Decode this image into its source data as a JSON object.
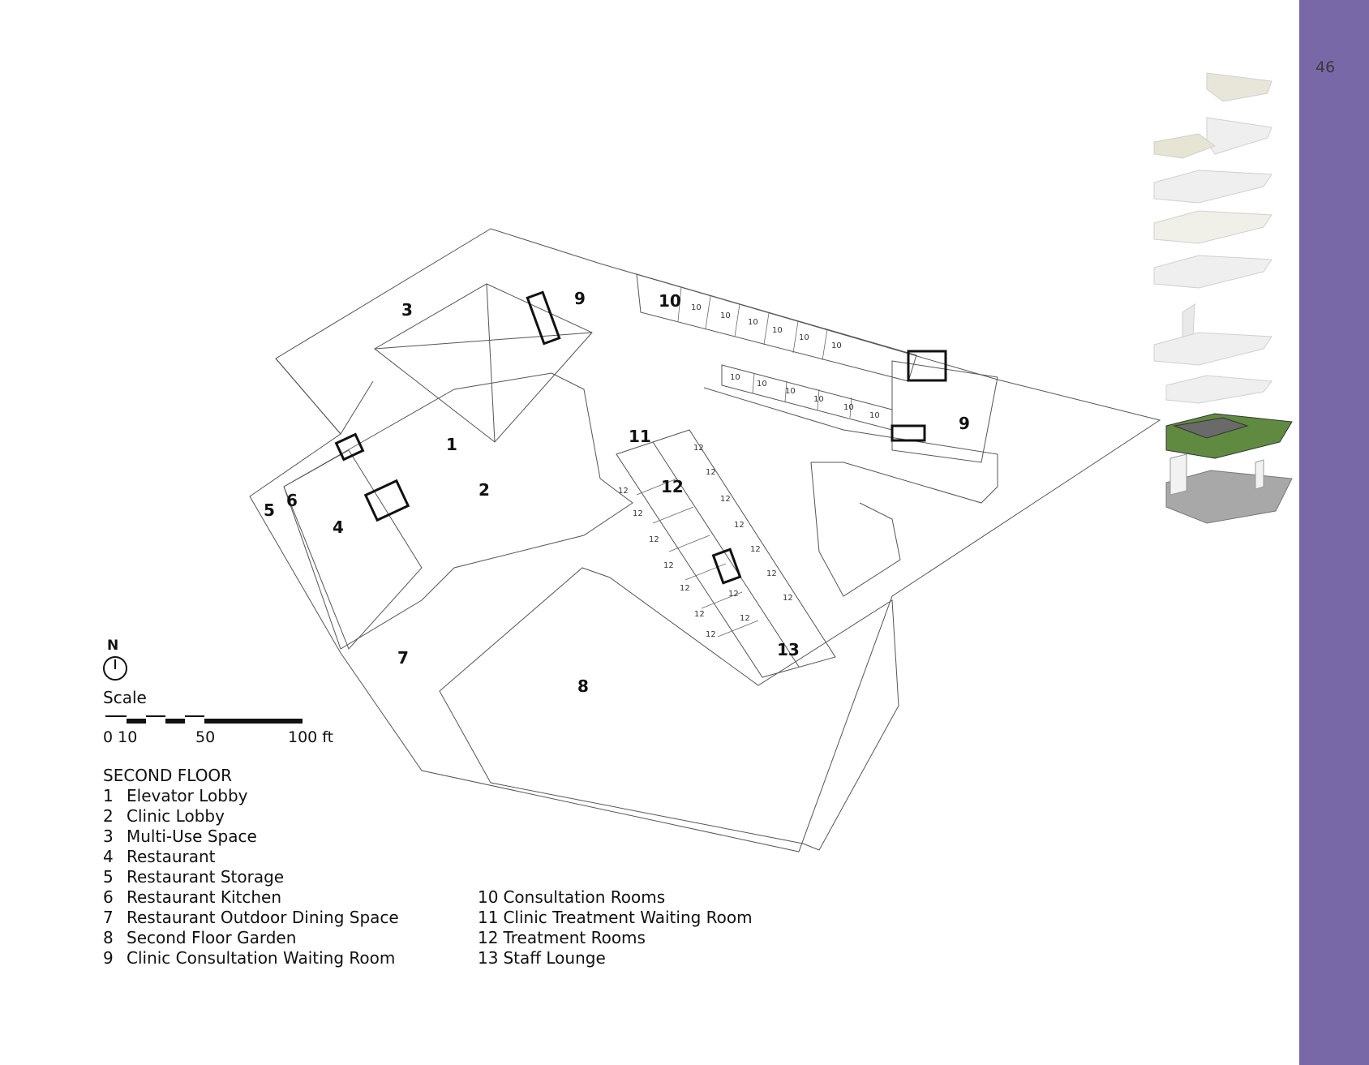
{
  "page_number": "46",
  "legend": {
    "title": "SECOND FLOOR",
    "items_left": [
      {
        "num": "1",
        "label": "Elevator Lobby"
      },
      {
        "num": "2",
        "label": "Clinic Lobby"
      },
      {
        "num": "3",
        "label": "Multi-Use Space"
      },
      {
        "num": "4",
        "label": "Restaurant"
      },
      {
        "num": "5",
        "label": "Restaurant Storage"
      },
      {
        "num": "6",
        "label": "Restaurant Kitchen"
      },
      {
        "num": "7",
        "label": "Restaurant Outdoor Dining Space"
      },
      {
        "num": "8",
        "label": "Second Floor Garden"
      },
      {
        "num": "9",
        "label": "Clinic Consultation Waiting Room"
      }
    ],
    "items_right": [
      {
        "num": "10",
        "label": "Consultation Rooms"
      },
      {
        "num": "11",
        "label": "Clinic Treatment Waiting Room"
      },
      {
        "num": "12",
        "label": "Treatment Rooms"
      },
      {
        "num": "13",
        "label": "Staff Lounge"
      }
    ]
  },
  "north_label": "N",
  "scale": {
    "title": "Scale",
    "ticks": [
      "0 10",
      "50",
      "100 ft"
    ]
  },
  "plan_labels": {
    "l1": "1",
    "l2": "2",
    "l3": "3",
    "l4": "4",
    "l5": "5",
    "l6": "6",
    "l7": "7",
    "l8": "8",
    "l9a": "9",
    "l9b": "9",
    "l10": "10",
    "l11": "11",
    "l12": "12",
    "l13": "13"
  },
  "room_number_10": "10",
  "room_number_12": "12"
}
